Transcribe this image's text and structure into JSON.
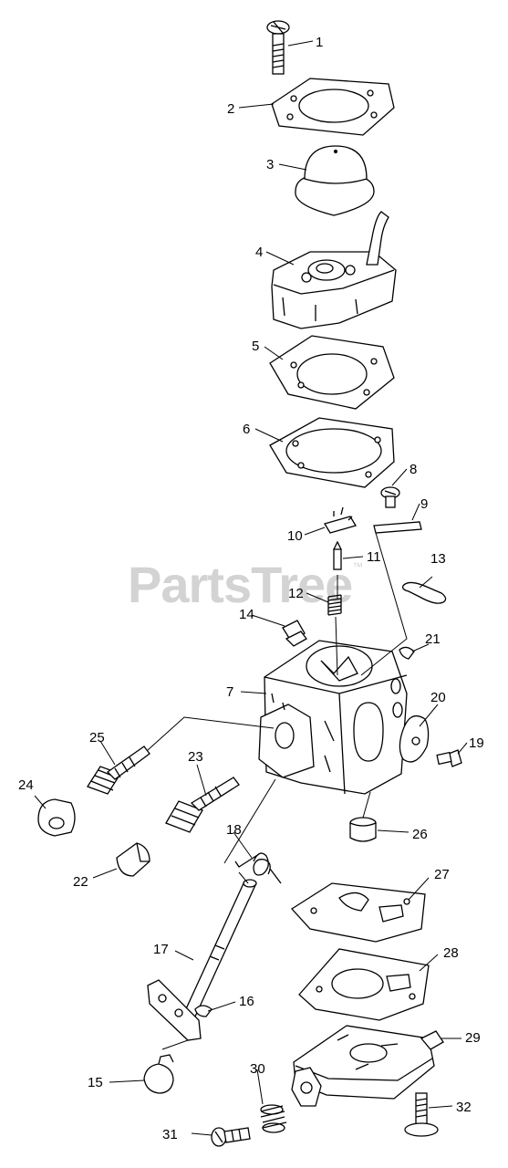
{
  "watermark": {
    "text": "PartsTree",
    "mark": "™"
  },
  "callouts": [
    {
      "id": "1",
      "label": "1"
    },
    {
      "id": "2",
      "label": "2"
    },
    {
      "id": "3",
      "label": "3"
    },
    {
      "id": "4",
      "label": "4"
    },
    {
      "id": "5",
      "label": "5"
    },
    {
      "id": "6",
      "label": "6"
    },
    {
      "id": "7",
      "label": "7"
    },
    {
      "id": "8",
      "label": "8"
    },
    {
      "id": "9",
      "label": "9"
    },
    {
      "id": "10",
      "label": "10"
    },
    {
      "id": "11",
      "label": "11"
    },
    {
      "id": "12",
      "label": "12"
    },
    {
      "id": "13",
      "label": "13"
    },
    {
      "id": "14",
      "label": "14"
    },
    {
      "id": "15",
      "label": "15"
    },
    {
      "id": "16",
      "label": "16"
    },
    {
      "id": "17",
      "label": "17"
    },
    {
      "id": "18",
      "label": "18"
    },
    {
      "id": "19",
      "label": "19"
    },
    {
      "id": "20",
      "label": "20"
    },
    {
      "id": "21",
      "label": "21"
    },
    {
      "id": "22",
      "label": "22"
    },
    {
      "id": "23",
      "label": "23"
    },
    {
      "id": "24",
      "label": "24"
    },
    {
      "id": "25",
      "label": "25"
    },
    {
      "id": "26",
      "label": "26"
    },
    {
      "id": "27",
      "label": "27"
    },
    {
      "id": "28",
      "label": "28"
    },
    {
      "id": "29",
      "label": "29"
    },
    {
      "id": "30",
      "label": "30"
    },
    {
      "id": "31",
      "label": "31"
    },
    {
      "id": "32",
      "label": "32"
    }
  ]
}
